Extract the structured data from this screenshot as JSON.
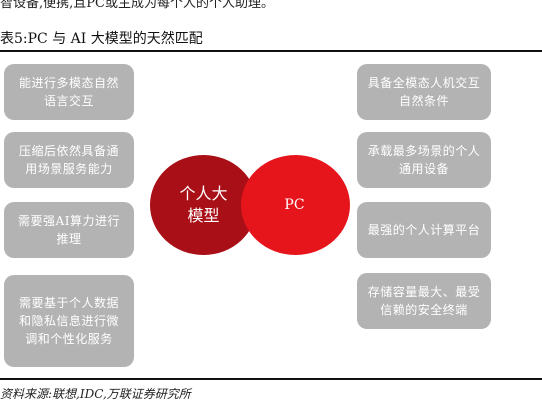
{
  "intro_text": "智设备,便携,且PC或主成为每个人的个人助理。",
  "caption": "表5:PC 与 AI 大模型的天然匹配",
  "left_items": [
    "能进行多模态自然语言交互",
    "压缩后依然具备通用场景服务能力",
    "需要强AI算力进行推理",
    "需要基于个人数据和隐私信息进行微调和个性化服务"
  ],
  "right_items": [
    "具备全模态人机交互自然条件",
    "承载最多场景的个人通用设备",
    "最强的个人计算平台",
    "存储容量最大、最受信赖的安全终端"
  ],
  "center": {
    "left_label": "个人大模型",
    "right_label": "PC"
  },
  "source": "资料来源:联想,IDC,万联证券研究所"
}
